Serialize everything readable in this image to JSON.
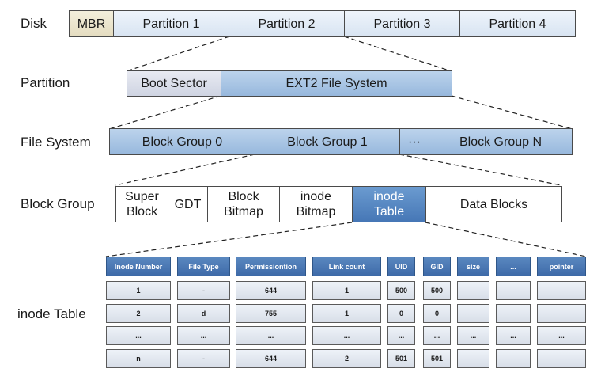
{
  "labels": {
    "disk": "Disk",
    "partition": "Partition",
    "file_system": "File System",
    "block_group": "Block Group",
    "inode_table": "inode Table"
  },
  "disk": [
    "MBR",
    "Partition 1",
    "Partition 2",
    "Partition 3",
    "Partition 4"
  ],
  "partition": [
    "Boot Sector",
    "EXT2 File System"
  ],
  "file_system": [
    "Block Group 0",
    "Block Group 1",
    "···",
    "Block Group N"
  ],
  "block_group": [
    [
      "Super",
      "Block"
    ],
    [
      "GDT"
    ],
    [
      "Block",
      "Bitmap"
    ],
    [
      "inode",
      "Bitmap"
    ],
    [
      "inode",
      "Table"
    ],
    [
      "Data Blocks"
    ]
  ],
  "table": {
    "headers": [
      "Inode Number",
      "File Type",
      "Permissiontion",
      "Link count",
      "UID",
      "GID",
      "size",
      "...",
      "pointer"
    ],
    "rows": [
      [
        "1",
        "-",
        "644",
        "1",
        "500",
        "500",
        "",
        "",
        ""
      ],
      [
        "2",
        "d",
        "755",
        "1",
        "0",
        "0",
        "",
        "",
        ""
      ],
      [
        "...",
        "...",
        "...",
        "...",
        "...",
        "...",
        "...",
        "...",
        "..."
      ],
      [
        "n",
        "-",
        "644",
        "2",
        "501",
        "501",
        "",
        "",
        ""
      ]
    ]
  },
  "colors": {
    "light": "#dfe9f5",
    "mbr": "#ece6cf",
    "mid": "#a9c6e6",
    "dark": "#4f80bf",
    "header": "#4a78b4"
  }
}
